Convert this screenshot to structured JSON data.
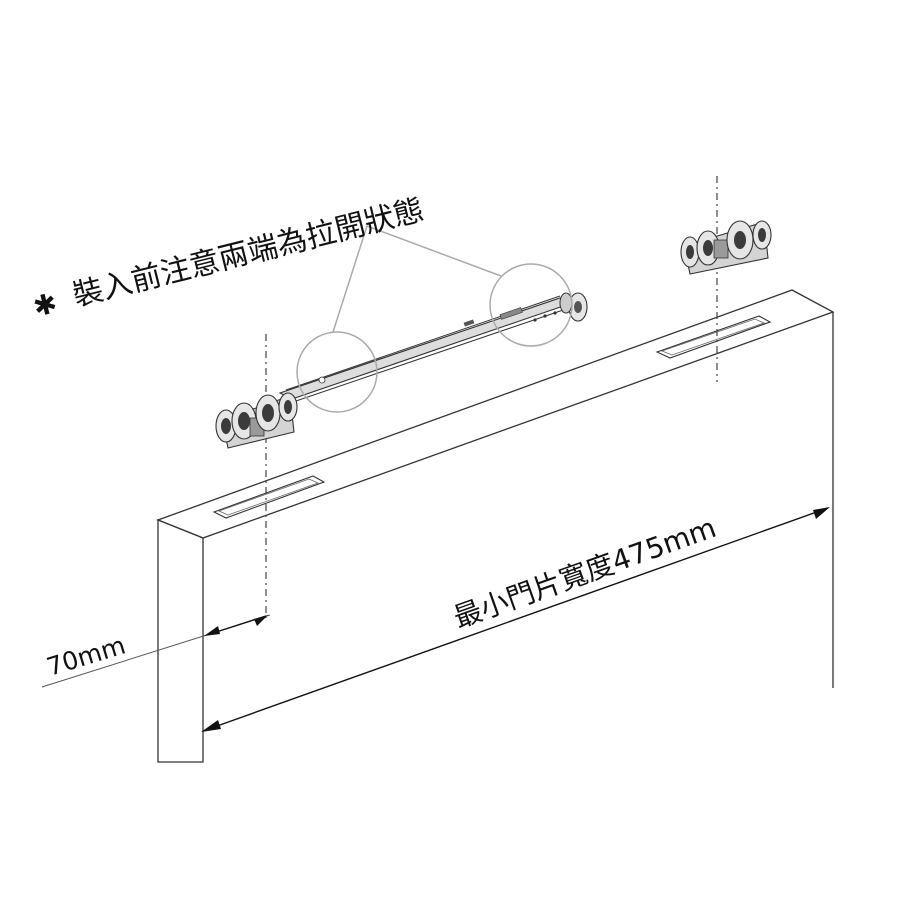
{
  "notes": {
    "asterisk": "✱",
    "install_note": "裝入前注意兩端為拉開狀態"
  },
  "dimensions": {
    "offset_label": "70mm",
    "min_width_label": "最小門片寬度475mm"
  },
  "icons": {
    "left_roller": "roller-assembly-icon",
    "right_roller": "roller-assembly-icon",
    "rail": "sliding-rail-icon"
  }
}
